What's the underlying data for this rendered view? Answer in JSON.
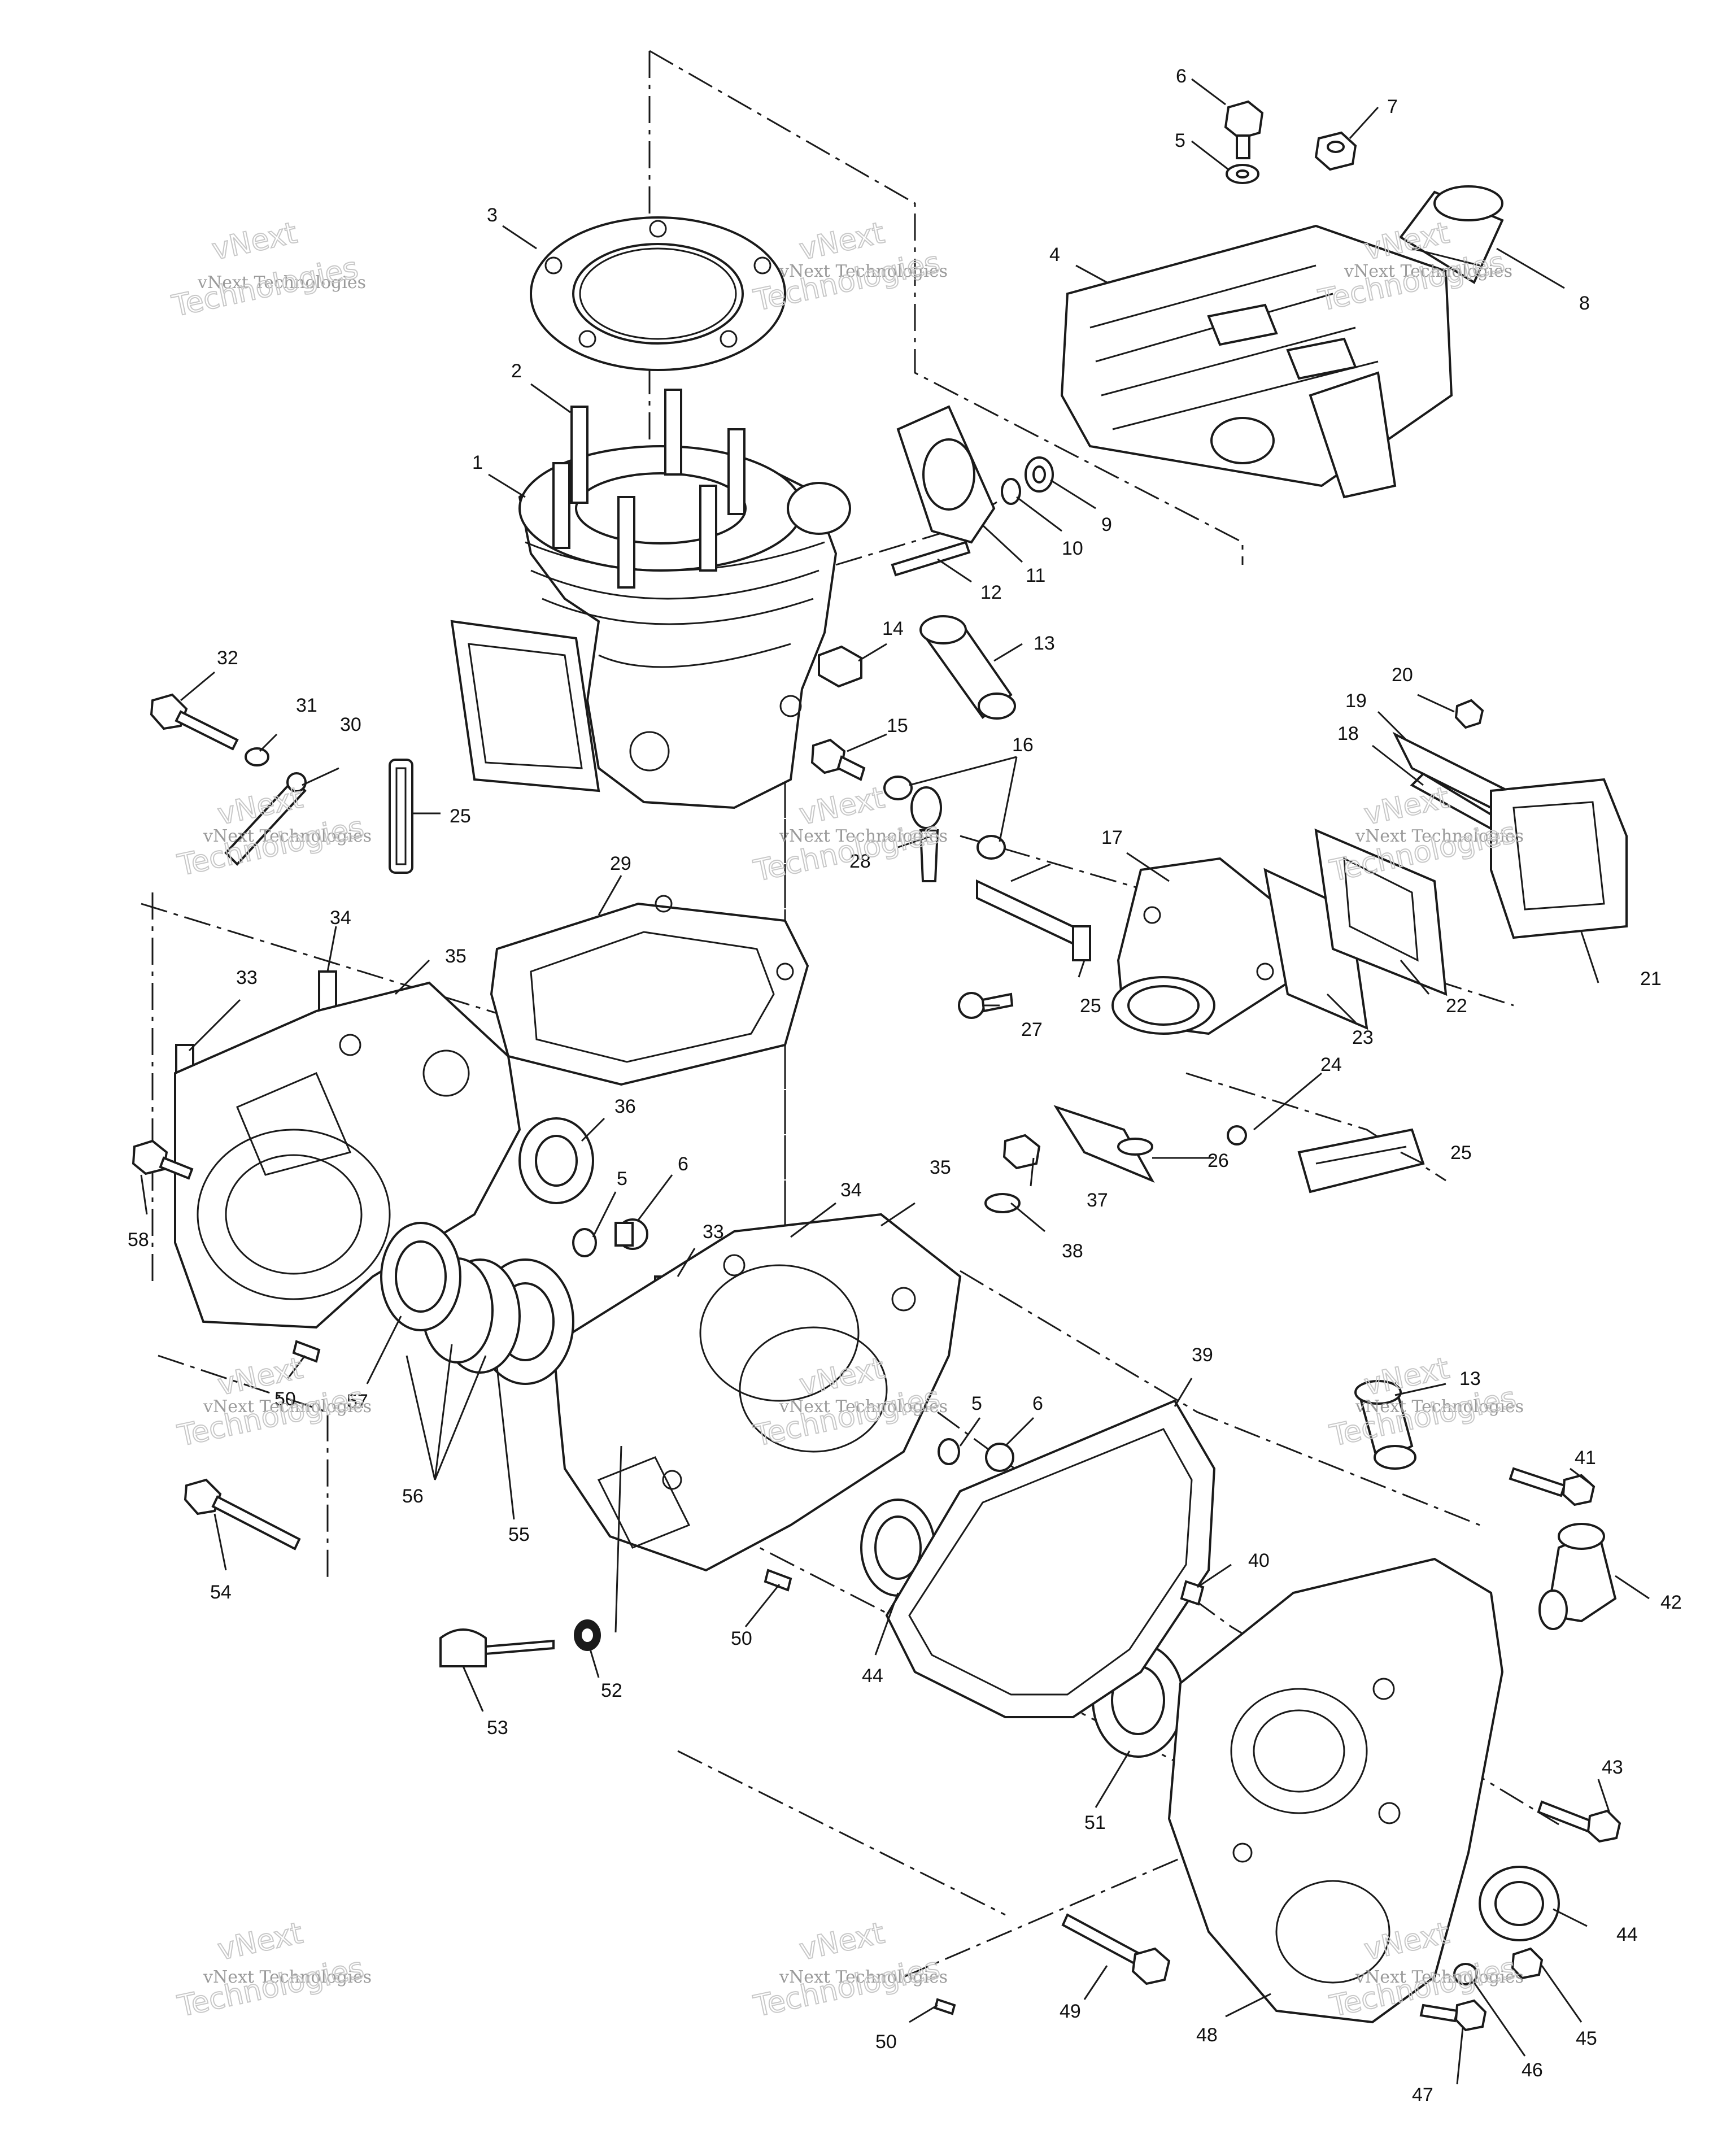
{
  "watermark": {
    "brand": "vNext",
    "line1": "vNext Technologies",
    "line2": "Technologies"
  },
  "callouts": [
    {
      "id": "c1",
      "label": "1"
    },
    {
      "id": "c2",
      "label": "2"
    },
    {
      "id": "c3",
      "label": "3"
    },
    {
      "id": "c4",
      "label": "4"
    },
    {
      "id": "c5a",
      "label": "5"
    },
    {
      "id": "c6a",
      "label": "6"
    },
    {
      "id": "c7",
      "label": "7"
    },
    {
      "id": "c8",
      "label": "8"
    },
    {
      "id": "c9",
      "label": "9"
    },
    {
      "id": "c10",
      "label": "10"
    },
    {
      "id": "c11",
      "label": "11"
    },
    {
      "id": "c12",
      "label": "12"
    },
    {
      "id": "c13a",
      "label": "13"
    },
    {
      "id": "c14",
      "label": "14"
    },
    {
      "id": "c15",
      "label": "15"
    },
    {
      "id": "c16",
      "label": "16"
    },
    {
      "id": "c17",
      "label": "17"
    },
    {
      "id": "c18",
      "label": "18"
    },
    {
      "id": "c19",
      "label": "19"
    },
    {
      "id": "c20",
      "label": "20"
    },
    {
      "id": "c21",
      "label": "21"
    },
    {
      "id": "c22",
      "label": "22"
    },
    {
      "id": "c23",
      "label": "23"
    },
    {
      "id": "c24",
      "label": "24"
    },
    {
      "id": "c25a",
      "label": "25"
    },
    {
      "id": "c25b",
      "label": "25"
    },
    {
      "id": "c25c",
      "label": "25"
    },
    {
      "id": "c26",
      "label": "26"
    },
    {
      "id": "c27",
      "label": "27"
    },
    {
      "id": "c28",
      "label": "28"
    },
    {
      "id": "c29",
      "label": "29"
    },
    {
      "id": "c30",
      "label": "30"
    },
    {
      "id": "c31",
      "label": "31"
    },
    {
      "id": "c32",
      "label": "32"
    },
    {
      "id": "c33a",
      "label": "33"
    },
    {
      "id": "c33b",
      "label": "33"
    },
    {
      "id": "c34a",
      "label": "34"
    },
    {
      "id": "c34b",
      "label": "34"
    },
    {
      "id": "c35a",
      "label": "35"
    },
    {
      "id": "c35b",
      "label": "35"
    },
    {
      "id": "c36",
      "label": "36"
    },
    {
      "id": "c5b",
      "label": "5"
    },
    {
      "id": "c6b",
      "label": "6"
    },
    {
      "id": "c37",
      "label": "37"
    },
    {
      "id": "c38",
      "label": "38"
    },
    {
      "id": "c39",
      "label": "39"
    },
    {
      "id": "c13b",
      "label": "13"
    },
    {
      "id": "c5c",
      "label": "5"
    },
    {
      "id": "c6c",
      "label": "6"
    },
    {
      "id": "c40",
      "label": "40"
    },
    {
      "id": "c41",
      "label": "41"
    },
    {
      "id": "c42",
      "label": "42"
    },
    {
      "id": "c43",
      "label": "43"
    },
    {
      "id": "c44a",
      "label": "44"
    },
    {
      "id": "c44b",
      "label": "44"
    },
    {
      "id": "c45",
      "label": "45"
    },
    {
      "id": "c46",
      "label": "46"
    },
    {
      "id": "c47",
      "label": "47"
    },
    {
      "id": "c48",
      "label": "48"
    },
    {
      "id": "c49",
      "label": "49"
    },
    {
      "id": "c50a",
      "label": "50"
    },
    {
      "id": "c50b",
      "label": "50"
    },
    {
      "id": "c50c",
      "label": "50"
    },
    {
      "id": "c51",
      "label": "51"
    },
    {
      "id": "c52",
      "label": "52"
    },
    {
      "id": "c53",
      "label": "53"
    },
    {
      "id": "c54",
      "label": "54"
    },
    {
      "id": "c55",
      "label": "55"
    },
    {
      "id": "c56",
      "label": "56"
    },
    {
      "id": "c57",
      "label": "57"
    },
    {
      "id": "c58",
      "label": "58"
    }
  ]
}
